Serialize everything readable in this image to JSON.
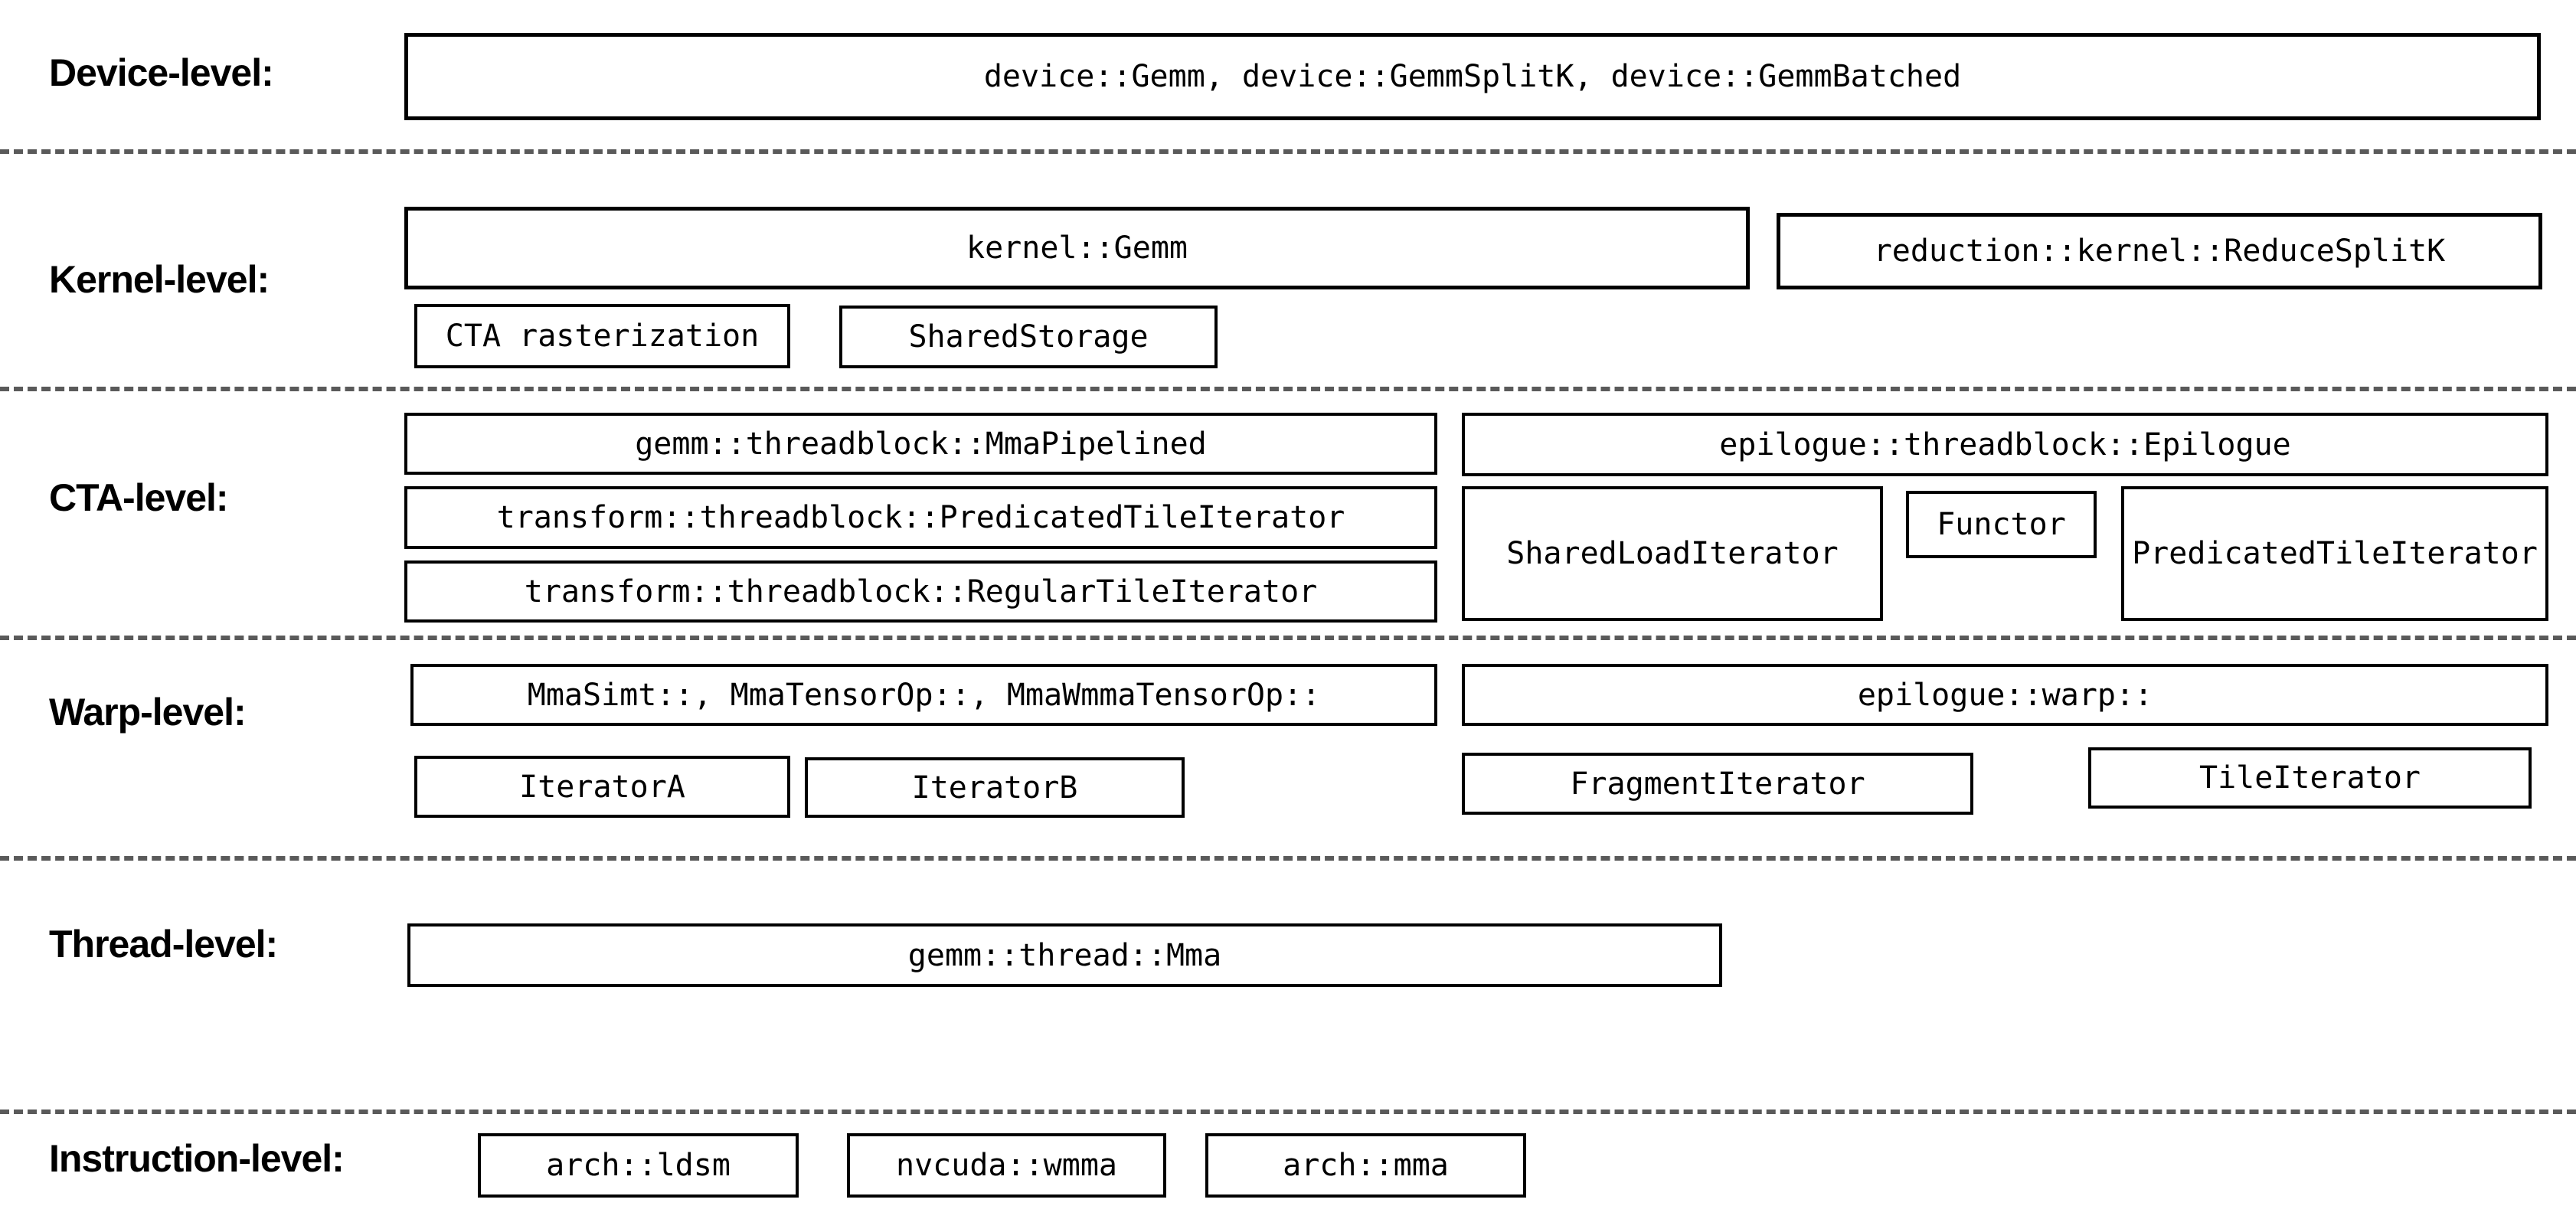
{
  "colors": {
    "background": "#ffffff",
    "box_border": "#000000",
    "text": "#000000",
    "divider": "#5a5a5a"
  },
  "levels": [
    {
      "label": "Device-level:",
      "boxes": [
        {
          "label": "device::Gemm, device::GemmSplitK, device::GemmBatched"
        }
      ]
    },
    {
      "label": "Kernel-level:",
      "boxes": [
        {
          "label": "kernel::Gemm"
        },
        {
          "label": "reduction::kernel::ReduceSplitK"
        },
        {
          "label": "CTA rasterization"
        },
        {
          "label": "SharedStorage"
        }
      ]
    },
    {
      "label": "CTA-level:",
      "boxes": [
        {
          "label": "gemm::threadblock::MmaPipelined"
        },
        {
          "label": "epilogue::threadblock::Epilogue"
        },
        {
          "label": "transform::threadblock::PredicatedTileIterator"
        },
        {
          "label": "SharedLoadIterator"
        },
        {
          "label": "Functor"
        },
        {
          "label": "PredicatedTileIterator"
        },
        {
          "label": "transform::threadblock::RegularTileIterator"
        }
      ]
    },
    {
      "label": "Warp-level:",
      "boxes": [
        {
          "label": "MmaSimt::, MmaTensorOp::, MmaWmmaTensorOp::"
        },
        {
          "label": "epilogue::warp::"
        },
        {
          "label": "IteratorA"
        },
        {
          "label": "IteratorB"
        },
        {
          "label": "FragmentIterator"
        },
        {
          "label": "TileIterator"
        }
      ]
    },
    {
      "label": "Thread-level:",
      "boxes": [
        {
          "label": "gemm::thread::Mma"
        }
      ]
    },
    {
      "label": "Instruction-level:",
      "boxes": [
        {
          "label": "arch::ldsm"
        },
        {
          "label": "nvcuda::wmma"
        },
        {
          "label": "arch::mma"
        }
      ]
    }
  ]
}
